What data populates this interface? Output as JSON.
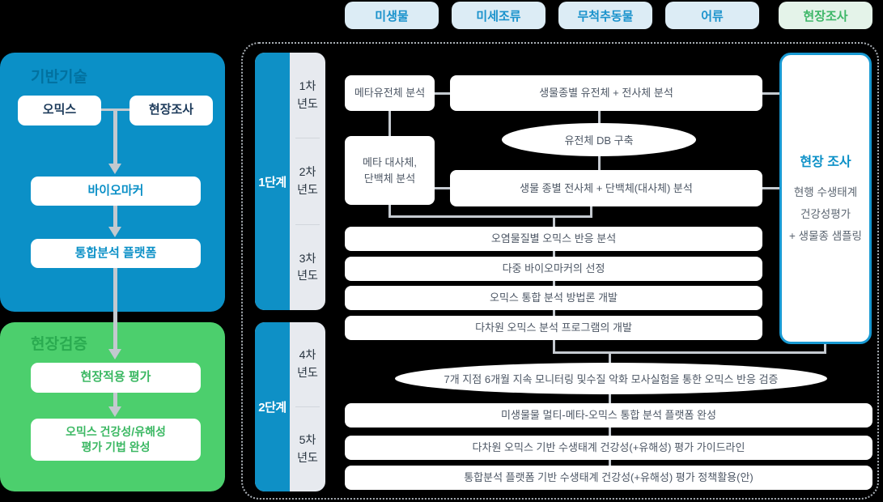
{
  "tabs": {
    "items": [
      {
        "label": "미생물"
      },
      {
        "label": "미세조류"
      },
      {
        "label": "무척추동물"
      },
      {
        "label": "어류"
      },
      {
        "label": "현장조사"
      }
    ]
  },
  "foundation": {
    "title": "기반기술",
    "omics": "오믹스",
    "field_survey": "현장조사",
    "biomarker": "바이오마커",
    "platform": "통합분석 플랫폼"
  },
  "validation": {
    "title": "현장검증",
    "field_apply": "현장적용 평가",
    "final_line1": "오믹스 건강성/유해성",
    "final_line2": "평가 기법 완성"
  },
  "stages": [
    {
      "label": "1단계",
      "years": [
        {
          "l1": "1차",
          "l2": "년도"
        },
        {
          "l1": "2차",
          "l2": "년도"
        },
        {
          "l1": "3차",
          "l2": "년도"
        }
      ]
    },
    {
      "label": "2단계",
      "years": [
        {
          "l1": "4차",
          "l2": "년도"
        },
        {
          "l1": "5차",
          "l2": "년도"
        }
      ]
    }
  ],
  "flow": {
    "meta_genome": "메타유전체 분석",
    "species_genome": "생물종별 유전체 + 전사체 분석",
    "db_build": "유전체 DB 구축",
    "meta_metabolome_line1": "메타 대사체,",
    "meta_metabolome_line2": "단백체 분석",
    "species_transcriptome": "생물 종별 전사체 + 단백체(대사체) 분석",
    "pollutant_response": "오염물질별 오믹스 반응 분석",
    "biomarker_selection": "다중 바이오마커의 선정",
    "methodology": "오믹스 통합 분석 방법론 개발",
    "program_dev": "다차원 오믹스 분석 프로그램의 개발",
    "verification": "7개 지점 6개월 지속 모니터링 및수질 악화 모사실험을 통한 오믹스 반응 검증",
    "platform_complete": "미생물물 멀티-메타-오믹스 통합 분석 플랫폼 완성",
    "guideline": "다차원 오믹스 기반 수생태계 건강성(+유해성) 평가 가이드라인",
    "policy": "통합분석 플랫폼 기반 수생태계 건강성(+유해성) 평가 정책활용(안)"
  },
  "survey_panel": {
    "title": "현장 조사",
    "line1": "현행 수생태계",
    "line2": "건강성평가",
    "line3": "+ 생물종 샘플링"
  },
  "colors": {
    "blue": "#0b90c7",
    "green": "#4ccf6d",
    "pill_blue_bg": "#dcecf5",
    "pill_blue_text": "#1a92cc",
    "pill_green_bg": "#e4f3e9",
    "pill_green_text": "#3eb768",
    "stage_gray": "#e7eaef",
    "connector": "#c5cad0",
    "box_text": "#4d5765",
    "survey_border": "#1899d2"
  }
}
